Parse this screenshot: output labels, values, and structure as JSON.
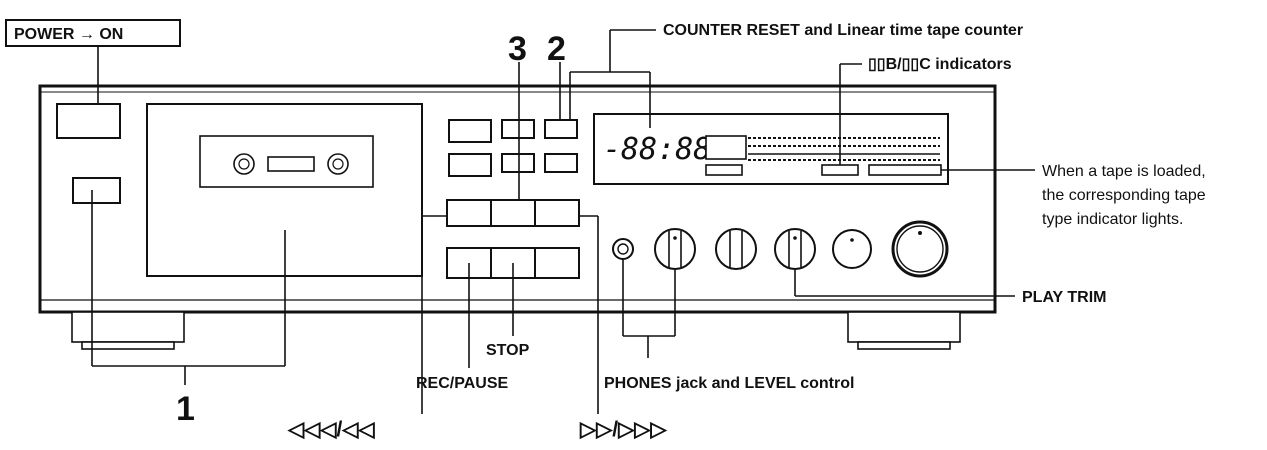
{
  "labels": {
    "power_on": "POWER → ON",
    "step_3": "3",
    "step_2": "2",
    "step_1": "1",
    "counter_reset": "COUNTER RESET and Linear time tape counter",
    "tape_type_indicators": "▯▯B/▯▯C indicators",
    "tape_note": [
      "When a tape is loaded,",
      "the corresponding tape",
      "type indicator lights."
    ],
    "play_trim": "PLAY TRIM",
    "stop": "STOP",
    "rec_pause": "REC/PAUSE",
    "phones_level": "PHONES jack and LEVEL control",
    "rewind_symbols": "◁◁◁/◁◁",
    "ffwd_symbols": "▷▷/▷▷▷"
  },
  "display": {
    "counter_readout": "-88:88"
  }
}
